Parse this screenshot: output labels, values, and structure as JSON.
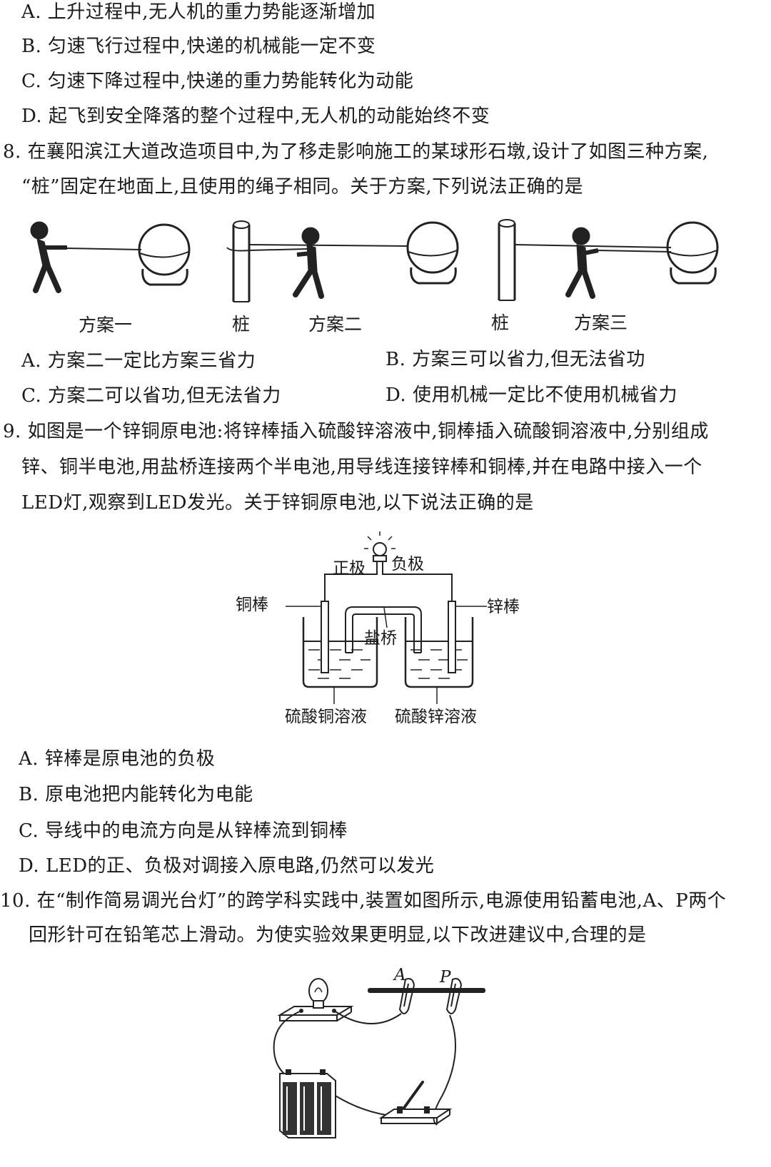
{
  "q7": {
    "options": [
      "A. 上升过程中,无人机的重力势能逐渐增加",
      "B. 匀速飞行过程中,快递的机械能一定不变",
      "C. 匀速下降过程中,快递的重力势能转化为动能",
      "D. 起飞到安全降落的整个过程中,无人机的动能始终不变"
    ]
  },
  "q8": {
    "stem_line1": "8. 在襄阳滨江大道改造项目中,为了移走影响施工的某球形石墩,设计了如图三种方案,",
    "stem_line2": "“桩”固定在地面上,且使用的绳子相同。关于方案,下列说法正确的是",
    "captions": {
      "plan1": "方案一",
      "pile1": "桩",
      "plan2": "方案二",
      "pile2": "桩",
      "plan3": "方案三"
    },
    "options": {
      "A": "A. 方案二一定比方案三省力",
      "B": "B. 方案三可以省力,但无法省功",
      "C": "C. 方案二可以省功,但无法省力",
      "D": "D. 使用机械一定比不使用机械省力"
    }
  },
  "q9": {
    "stem_line1": "9. 如图是一个锌铜原电池:将锌棒插入硫酸锌溶液中,铜棒插入硫酸铜溶液中,分别组成",
    "stem_line2": "锌、铜半电池,用盐桥连接两个半电池,用导线连接锌棒和铜棒,并在电路中接入一个",
    "stem_line3": "LED灯,观察到LED发光。关于锌铜原电池,以下说法正确的是",
    "labels": {
      "positive": "正极",
      "negative": "负极",
      "copper_rod": "铜棒",
      "zinc_rod": "锌棒",
      "salt_bridge": "盐桥",
      "cuso4": "硫酸铜溶液",
      "znso4": "硫酸锌溶液"
    },
    "options": [
      "A. 锌棒是原电池的负极",
      "B. 原电池把内能转化为电能",
      "C. 导线中的电流方向是从锌棒流到铜棒",
      "D. LED的正、负极对调接入原电路,仍然可以发光"
    ]
  },
  "q10": {
    "stem_line1": "10. 在“制作简易调光台灯”的跨学科实践中,装置如图所示,电源使用铅蓄电池,A、P两个",
    "stem_line2": "回形针可在铅笔芯上滑动。为使实验效果更明显,以下改进建议中,合理的是",
    "labels": {
      "A": "A",
      "P": "P"
    }
  }
}
